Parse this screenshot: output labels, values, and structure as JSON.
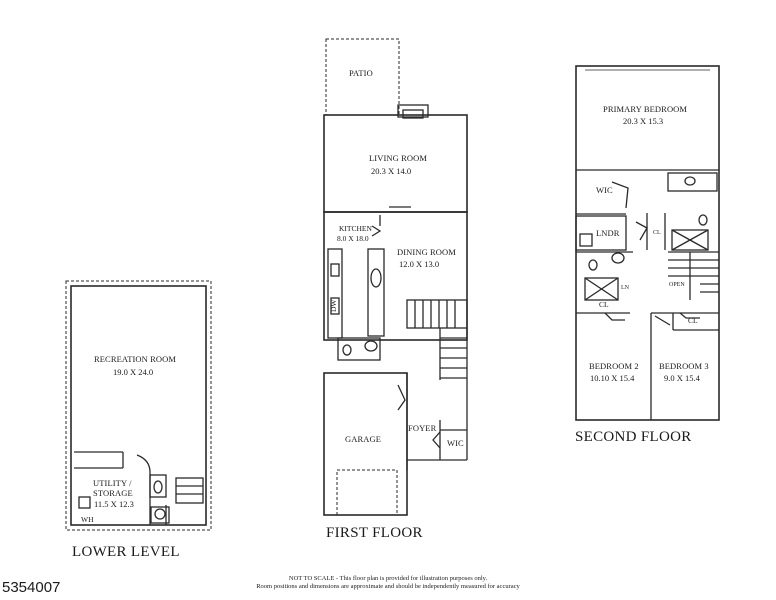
{
  "floors": {
    "lower": {
      "title": "LOWER LEVEL"
    },
    "first": {
      "title": "FIRST FLOOR"
    },
    "second": {
      "title": "SECOND FLOOR"
    }
  },
  "rooms": {
    "recreation": {
      "name": "RECREATION ROOM",
      "dims": "19.0 X 24.0"
    },
    "utility": {
      "name": "UTILITY /",
      "name2": "STORAGE",
      "dims": "11.5 X 12.3"
    },
    "wh": {
      "name": "WH"
    },
    "patio": {
      "name": "PATIO"
    },
    "living": {
      "name": "LIVING ROOM",
      "dims": "20.3 X 14.0"
    },
    "kitchen": {
      "name": "KITCHEN",
      "dims": "8.0 X 18.0"
    },
    "dining": {
      "name": "DINING ROOM",
      "dims": "12.0 X 13.0"
    },
    "dw": {
      "name": "DW"
    },
    "garage": {
      "name": "GARAGE"
    },
    "foyer": {
      "name": "FOYER"
    },
    "wic_first": {
      "name": "WIC"
    },
    "primary": {
      "name": "PRIMARY BEDROOM",
      "dims": "20.3 X 15.3"
    },
    "wic_second": {
      "name": "WIC"
    },
    "lndr": {
      "name": "LNDR"
    },
    "cl_a": {
      "name": "CL"
    },
    "ln": {
      "name": "LN"
    },
    "open": {
      "name": "OPEN"
    },
    "cl_b": {
      "name": "CL"
    },
    "cl_c": {
      "name": "CL"
    },
    "bed2": {
      "name": "BEDROOM 2",
      "dims": "10.10 X 15.4"
    },
    "bed3": {
      "name": "BEDROOM 3",
      "dims": "9.0 X 15.4"
    }
  },
  "footer": {
    "listing_id": "5354007",
    "disclaimer_line1": "NOT TO SCALE - This floor plan is provided for illustration purposes only.",
    "disclaimer_line2": "Room positions and dimensions are approximate and should be independently measured for accuracy"
  }
}
